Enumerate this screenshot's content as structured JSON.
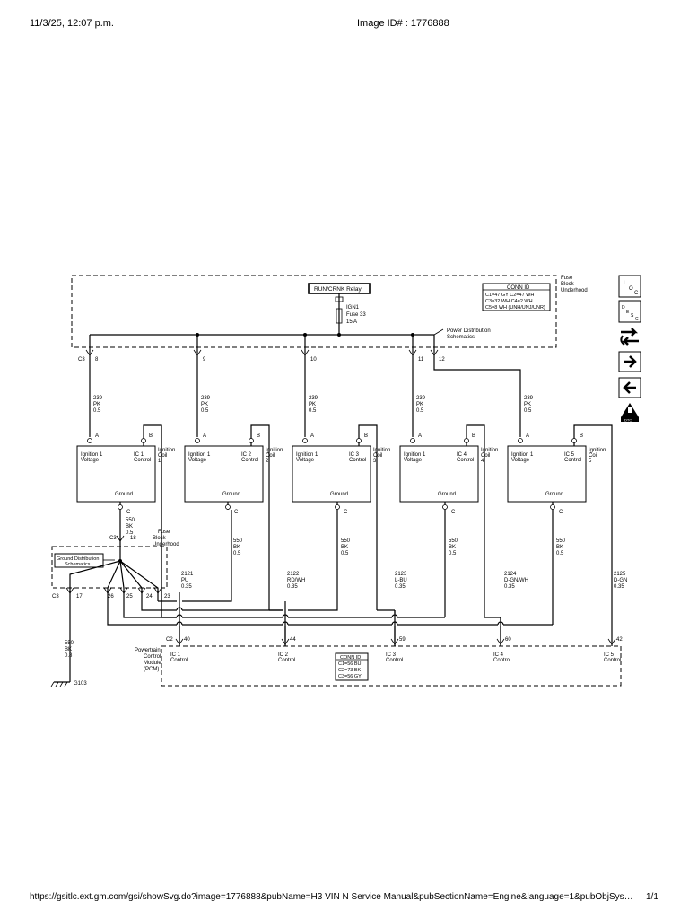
{
  "header": {
    "date": "11/3/25, 12:07 p.m.",
    "image_id": "Image ID# : 1776888"
  },
  "footer": {
    "url": "https://gsitlc.ext.gm.com/gsi/showSvg.do?image=1776888&pubName=H3 VIN N Service Manual&pubSectionName=Engine&language=1&pubObjSys…",
    "page": "1/1"
  },
  "fuse_block": {
    "label": [
      "Fuse",
      "Block -",
      "Underhood"
    ],
    "relay": "RUN/CRNK Relay",
    "fuse": [
      "IGN1",
      "Fuse 33",
      "15 A"
    ],
    "conn_id_title": "CONN ID",
    "conn_id": [
      "C1=47 GY     C2=47 WH",
      "C3=32 WH     C4=2 WH",
      "C5=8 WH (UNH/UNJ/UNR)"
    ],
    "power_dist": [
      "Power Distribution",
      "Schematics"
    ],
    "c3": "C3",
    "pins": [
      "8",
      "9",
      "10",
      "11",
      "12"
    ]
  },
  "supply_wire": [
    "239",
    "PK",
    "0.5"
  ],
  "coils": [
    {
      "ic": [
        "IC 1",
        "Control"
      ],
      "coil": [
        "Ignition",
        "Coil",
        "1"
      ]
    },
    {
      "ic": [
        "IC 2",
        "Control"
      ],
      "coil": [
        "Ignition",
        "Coil",
        "2"
      ]
    },
    {
      "ic": [
        "IC 3",
        "Control"
      ],
      "coil": [
        "Ignition",
        "Coil",
        "3"
      ]
    },
    {
      "ic": [
        "IC 4",
        "Control"
      ],
      "coil": [
        "Ignition",
        "Coil",
        "4"
      ]
    },
    {
      "ic": [
        "IC 5",
        "Control"
      ],
      "coil": [
        "Ignition",
        "Coil",
        "5"
      ]
    }
  ],
  "coil_common": {
    "voltage": [
      "Ignition 1",
      "Voltage"
    ],
    "ground": "Ground",
    "pin_a": "A",
    "pin_b": "B",
    "pin_c": "C"
  },
  "ground_wire": [
    "550",
    "BK",
    "0.5"
  ],
  "ground_wire_main": [
    "550",
    "BK",
    "0.8"
  ],
  "ground_block": {
    "label": [
      "Fuse",
      "Block -",
      "Underhood"
    ],
    "dist": [
      "Ground Distribution",
      "Schematics"
    ],
    "c3_top": "C3",
    "pin_top": "18",
    "c3_bot": "C3",
    "pins": [
      "17",
      "26",
      "25",
      "24",
      "23"
    ],
    "g": "G103"
  },
  "ic_wires": [
    {
      "circuit": [
        "2121",
        "PU",
        "0.35"
      ]
    },
    {
      "circuit": [
        "2122",
        "RD/WH",
        "0.35"
      ]
    },
    {
      "circuit": [
        "2123",
        "L-BU",
        "0.35"
      ]
    },
    {
      "circuit": [
        "2124",
        "D-GN/WH",
        "0.35"
      ]
    },
    {
      "circuit": [
        "2125",
        "D-GN",
        "0.35"
      ]
    }
  ],
  "pcm": {
    "label": [
      "Powertrain",
      "Control",
      "Module",
      "(PCM)"
    ],
    "c2": "C2",
    "pins": [
      "40",
      "44",
      "59",
      "60",
      "42"
    ],
    "ics": [
      [
        "IC 1",
        "Control"
      ],
      [
        "IC 2",
        "Control"
      ],
      [
        "IC 3",
        "Control"
      ],
      [
        "IC 4",
        "Control"
      ],
      [
        "IC 5",
        "Control"
      ]
    ],
    "conn_id_title": "CONN ID",
    "conn_id": [
      "C1=56 BU",
      "C2=73 BK",
      "C3=56 GY"
    ]
  },
  "nav": {
    "loc": [
      "L",
      "O",
      "C"
    ],
    "desc": [
      "D",
      "E",
      "S",
      "C"
    ],
    "dtc": "DTC"
  }
}
